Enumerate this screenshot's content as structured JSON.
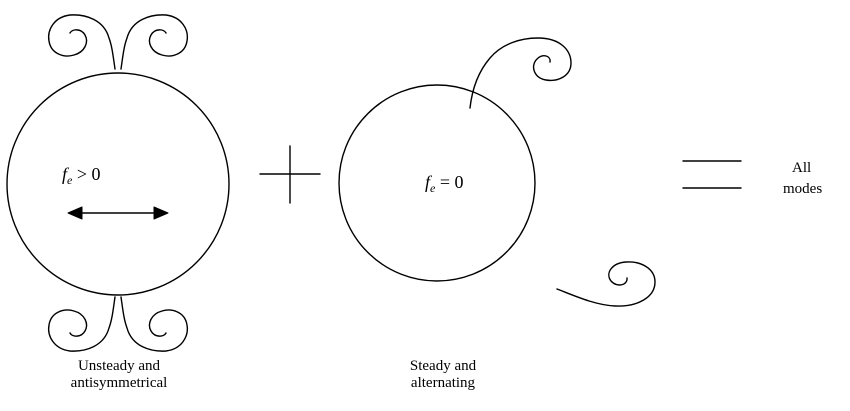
{
  "left_mode": {
    "formula_var": "f",
    "formula_sub": "e",
    "formula_rel": " > 0",
    "caption_line1": "Unsteady and",
    "caption_line2": "antisymmetrical"
  },
  "right_mode": {
    "formula_var": "f",
    "formula_sub": "e",
    "formula_rel": " = 0",
    "caption_line1": "Steady and",
    "caption_line2": "alternating"
  },
  "result": {
    "label_line1": "All",
    "label_line2": "modes"
  },
  "colors": {
    "stroke": "#000000",
    "background": "#ffffff"
  }
}
